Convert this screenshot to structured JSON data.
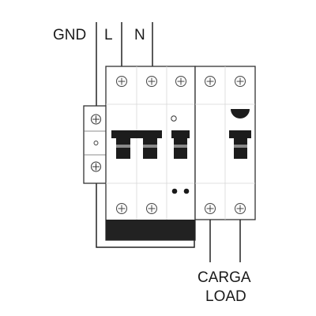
{
  "labels": {
    "ground": "GND",
    "line": "L",
    "neutral": "N",
    "load_es": "CARGA",
    "load_en": "LOAD"
  },
  "colors": {
    "outline": "#333333",
    "wire": "#222222",
    "handle": "#1c1c1c",
    "base_bar": "#222222",
    "background": "#ffffff"
  }
}
